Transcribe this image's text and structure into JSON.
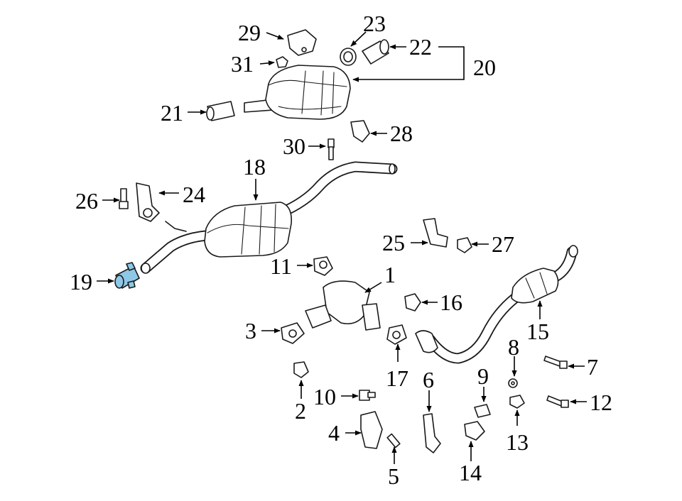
{
  "highlight_color": "#8fc8e6",
  "callouts": {
    "c1": "1",
    "c2": "2",
    "c3": "3",
    "c4": "4",
    "c5": "5",
    "c6": "6",
    "c7": "7",
    "c8": "8",
    "c9": "9",
    "c10": "10",
    "c11": "11",
    "c12": "12",
    "c13": "13",
    "c14": "14",
    "c15": "15",
    "c16": "16",
    "c17": "17",
    "c18": "18",
    "c19": "19",
    "c20": "20",
    "c21": "21",
    "c22": "22",
    "c23": "23",
    "c24": "24",
    "c25": "25",
    "c26": "26",
    "c27": "27",
    "c28": "28",
    "c29": "29",
    "c30": "30",
    "c31": "31"
  },
  "highlighted_part": "19"
}
